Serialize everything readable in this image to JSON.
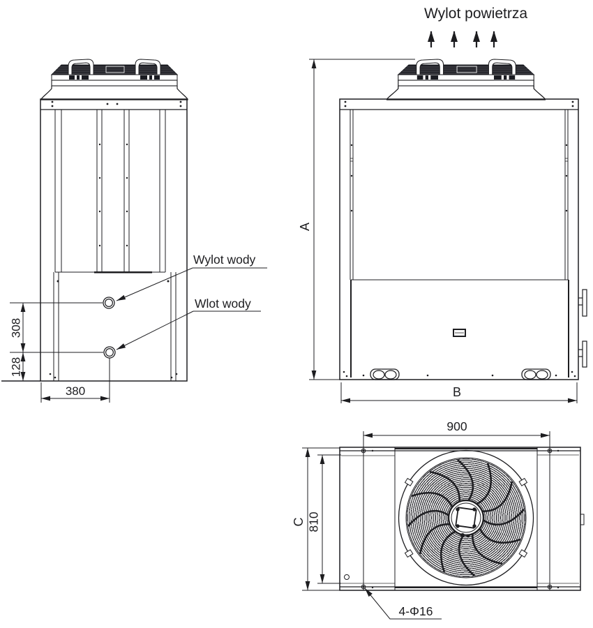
{
  "labels": {
    "air_outlet": "Wylot powietrza",
    "water_outlet": "Wylot wody",
    "water_inlet": "Wlot wody"
  },
  "dims": {
    "outlet_spacing": "308",
    "inlet_height": "128",
    "inlet_offset": "380",
    "height": "A",
    "width": "B",
    "hole_pitch_width": "900",
    "depth": "C",
    "hole_pitch_depth": "810",
    "mount_holes": "4-Φ16"
  },
  "colors": {
    "line": "#1d1d20",
    "background": "#ffffff"
  }
}
